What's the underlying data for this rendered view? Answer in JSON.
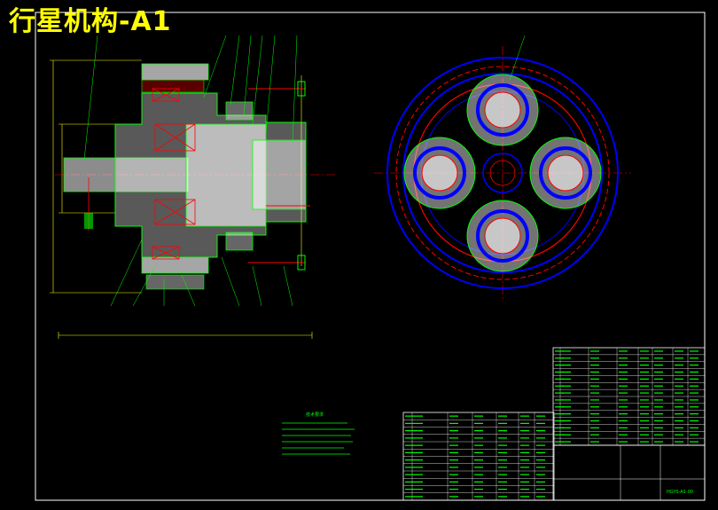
{
  "title": "行星机构-A1",
  "colors": {
    "background": "#000000",
    "frame": "#ffffff",
    "outline": "#00ff00",
    "hatch": "#ffffff",
    "blue": "#0000ff",
    "red": "#ff0000",
    "yellow": "#ffff00",
    "cyan": "#00ffff",
    "magenta": "#ff00ff",
    "title_color": "#ffff00"
  },
  "tech_requirements": {
    "heading": "技术要求"
  },
  "title_block": {
    "drawing_number": "HGYS-A1-00"
  }
}
